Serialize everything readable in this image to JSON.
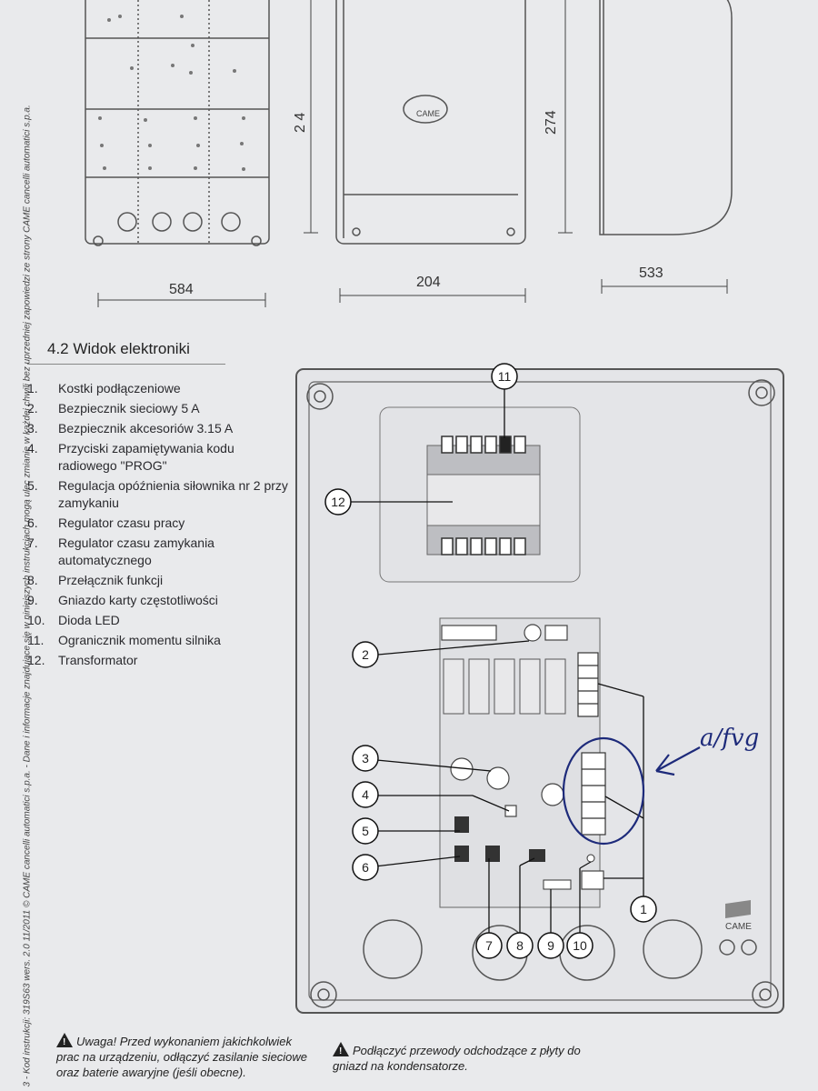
{
  "dimensions": {
    "front_width": "584",
    "side_width": "204",
    "height_left": "2 4",
    "height_right": "274",
    "depth": "533"
  },
  "logo_text": "CAME",
  "section": {
    "title": "4.2 Widok elektroniki"
  },
  "parts": [
    {
      "num": "1.",
      "label": "Kostki podłączeniowe"
    },
    {
      "num": "2.",
      "label": "Bezpiecznik sieciowy 5 A"
    },
    {
      "num": "3.",
      "label": "Bezpiecznik akcesoriów 3.15 A"
    },
    {
      "num": "4.",
      "label": "Przyciski zapamiętywania kodu radiowego \"PROG\""
    },
    {
      "num": "5.",
      "label": "Regulacja opóźnienia siłownika nr 2 przy zamykaniu"
    },
    {
      "num": "6.",
      "label": "Regulator czasu pracy"
    },
    {
      "num": "7.",
      "label": "Regulator czasu zamykania automatycznego"
    },
    {
      "num": "8.",
      "label": "Przełącznik funkcji"
    },
    {
      "num": "9.",
      "label": "Gniazdo karty częstotliwości"
    },
    {
      "num": "10.",
      "label": "Dioda LED"
    },
    {
      "num": "11.",
      "label": "Ogranicznik momentu silnika"
    },
    {
      "num": "12.",
      "label": "Transformator"
    }
  ],
  "callouts": [
    "1",
    "2",
    "3",
    "4",
    "5",
    "6",
    "7",
    "8",
    "9",
    "10",
    "11",
    "12"
  ],
  "handwriting": "a/fvg",
  "warnings": {
    "left": "Uwaga! Przed wykonaniem jakichkolwiek prac na urządzeniu, odłączyć zasilanie sieciowe oraz baterie awaryjne (jeśli obecne).",
    "right": "Podłączyć przewody odchodzące z płyty do gniazd na kondensatorze."
  },
  "side_text": "3 - Kod instrukcji: 319S63 wers. 2.0 11/2011 © CAME cancelli automatici s.p.a. - Dane i informacje znajdujące się w niniejszych instrukcjach mogą ulec zmianie w każdej chwili bez uprzedniej zapowiedzi ze strony CAME cancelli automatici s.p.a."
}
